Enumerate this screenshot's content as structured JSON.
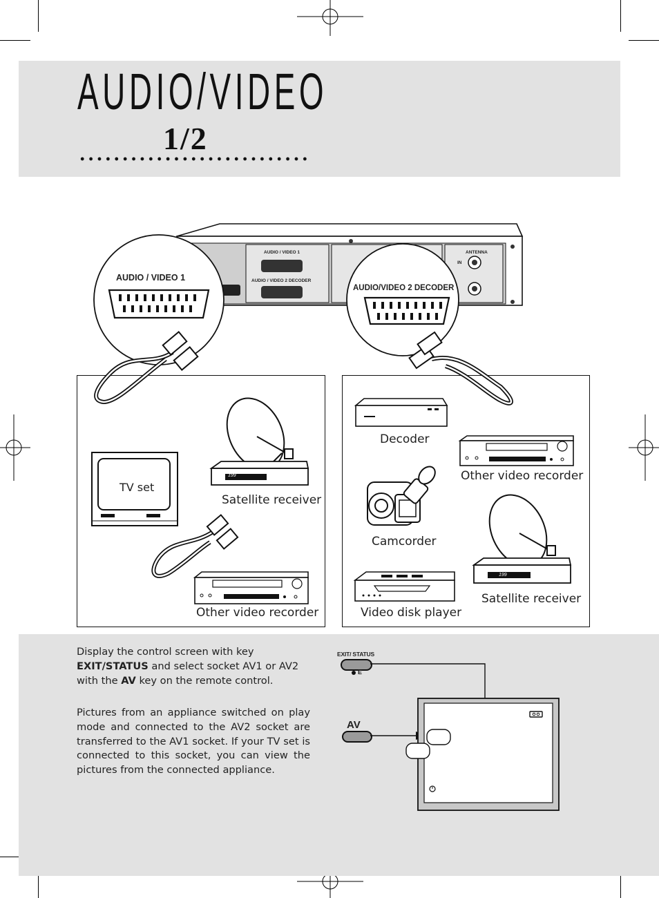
{
  "header": {
    "title": "AUDIO/VIDEO",
    "page_indicator": "1/2"
  },
  "diagram": {
    "vcr_socket_labels": {
      "av1_small": "AUDIO / VIDEO 1",
      "av2_small": "AUDIO / VIDEO 2  DECODER",
      "antenna": "ANTENNA",
      "antenna_in": "IN"
    },
    "zoom_av1_label": "AUDIO / VIDEO 1",
    "zoom_av2_label": "AUDIO/VIDEO 2  DECODER",
    "left_panel": {
      "tv_set": "TV set",
      "satellite_receiver": "Satellite receiver",
      "other_video_recorder": "Other video recorder",
      "display_value": "199"
    },
    "right_panel": {
      "decoder": "Decoder",
      "other_video_recorder": "Other video recorder",
      "camcorder": "Camcorder",
      "satellite_receiver": "Satellite receiver",
      "video_disk_player": "Video disk player",
      "display_value": "199"
    }
  },
  "instructions": {
    "p1_before_key1": "Display the control screen with key ",
    "key1": "EXIT/STATUS",
    "p1_middle": " and select socket AV1 or AV2 with the ",
    "key2": "AV",
    "p1_after": " key on the remote control.",
    "p2": "Pictures from an appliance switched on play mode and connected to the AV2 socket are transferred to the AV1 socket. If your TV set is connected to this socket, you can view the pictures from the connected appliance."
  },
  "remote": {
    "exit_status_label": "EXIT/ STATUS",
    "exit_status_sub": "E",
    "av_label": "AV"
  }
}
